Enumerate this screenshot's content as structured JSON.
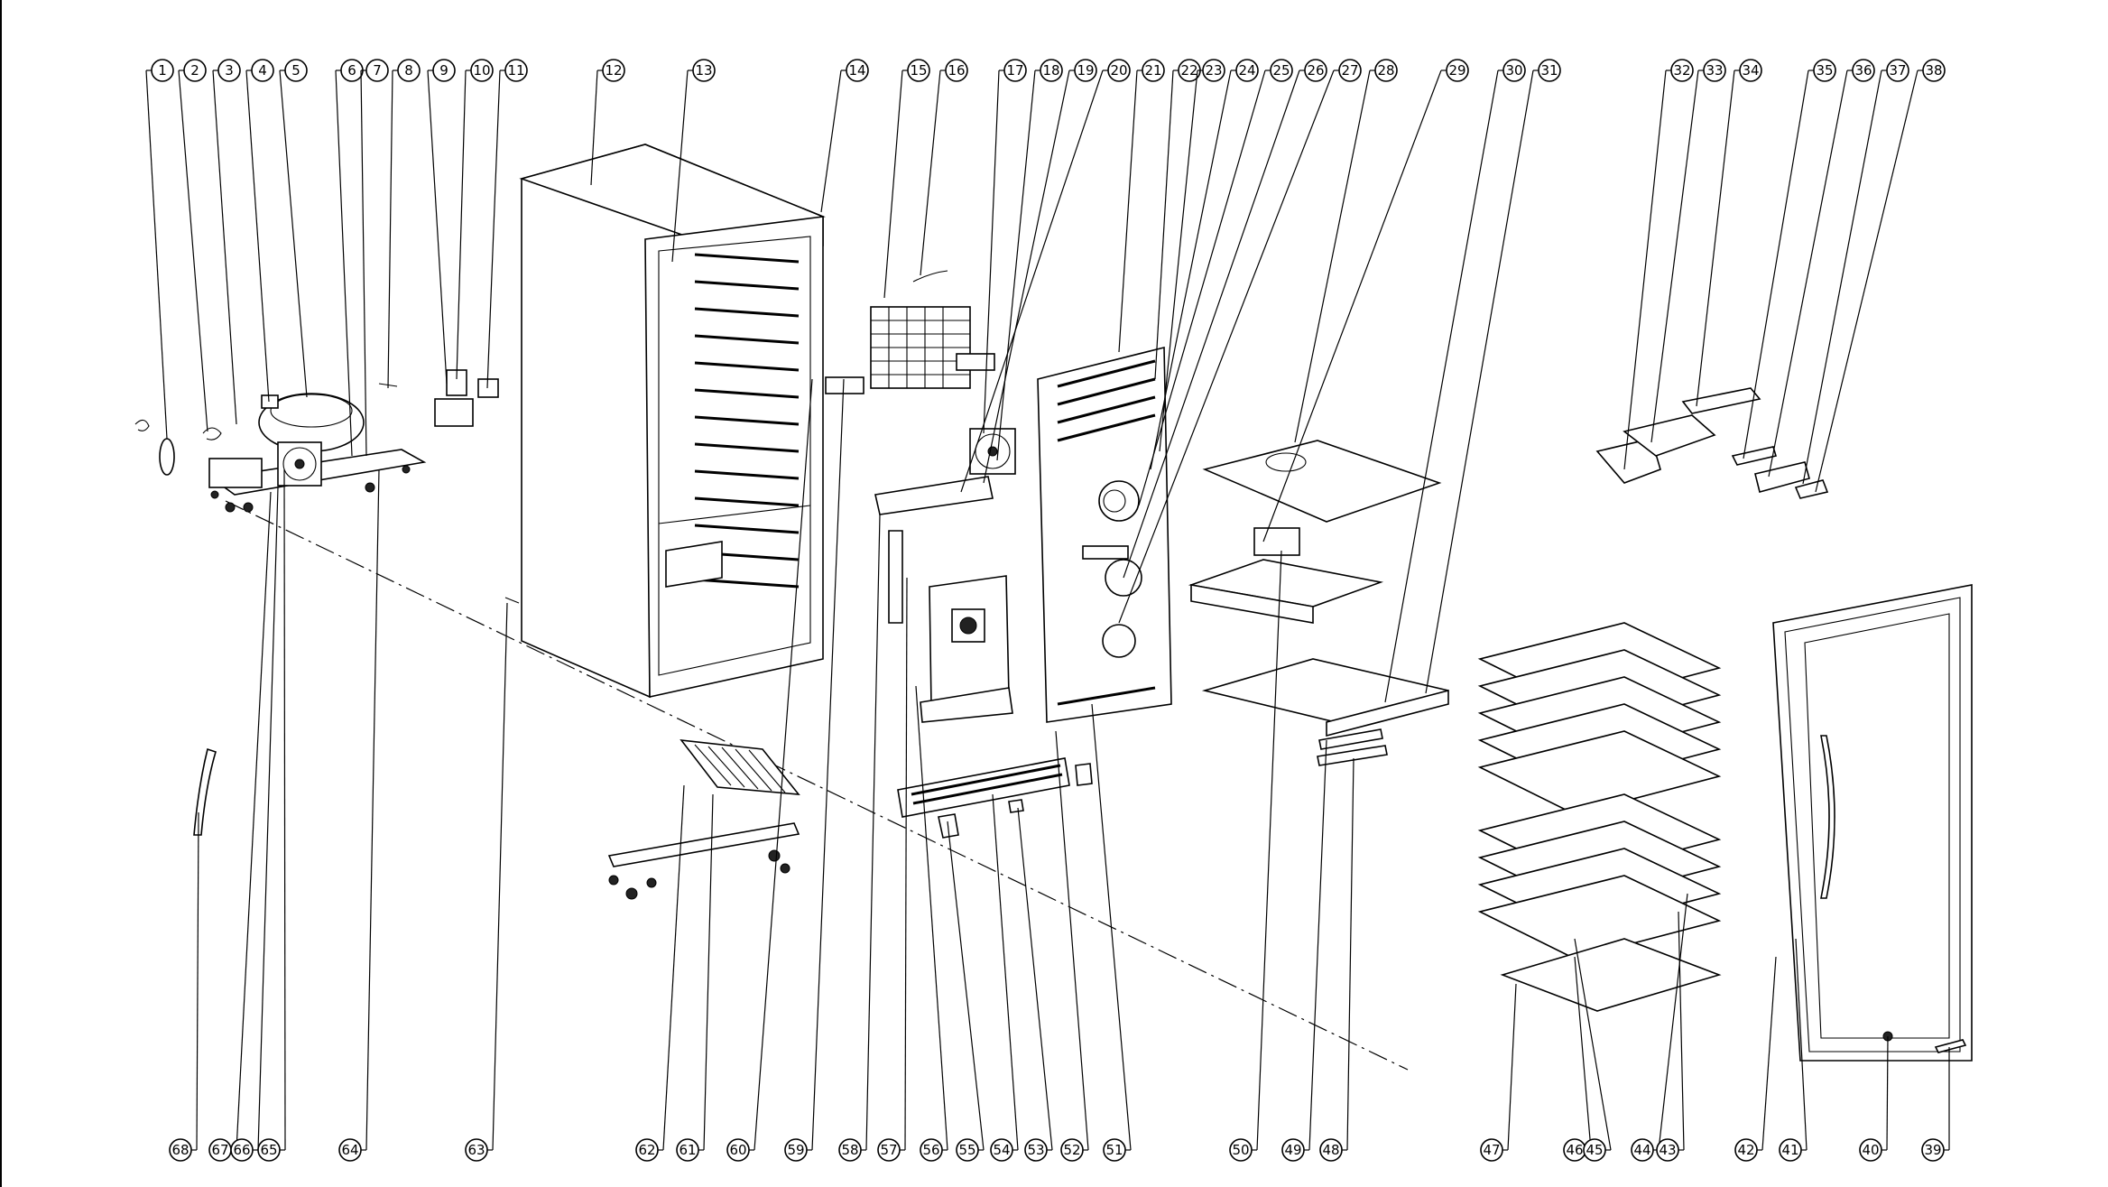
{
  "diagram": {
    "top_callouts": [
      "1",
      "2",
      "3",
      "4",
      "5",
      "6",
      "7",
      "8",
      "9",
      "10",
      "11",
      "12",
      "13",
      "14",
      "15",
      "16",
      "17",
      "18",
      "19",
      "20",
      "21",
      "22",
      "23",
      "24",
      "25",
      "26",
      "27",
      "28",
      "29",
      "30",
      "31",
      "32",
      "33",
      "34",
      "35",
      "36",
      "37",
      "38"
    ],
    "bottom_callouts": [
      "68",
      "67",
      "66",
      "65",
      "64",
      "63",
      "62",
      "61",
      "60",
      "59",
      "58",
      "57",
      "56",
      "55",
      "54",
      "53",
      "52",
      "51",
      "50",
      "49",
      "48",
      "47",
      "46",
      "45",
      "44",
      "43",
      "42",
      "41",
      "40",
      "39"
    ]
  }
}
